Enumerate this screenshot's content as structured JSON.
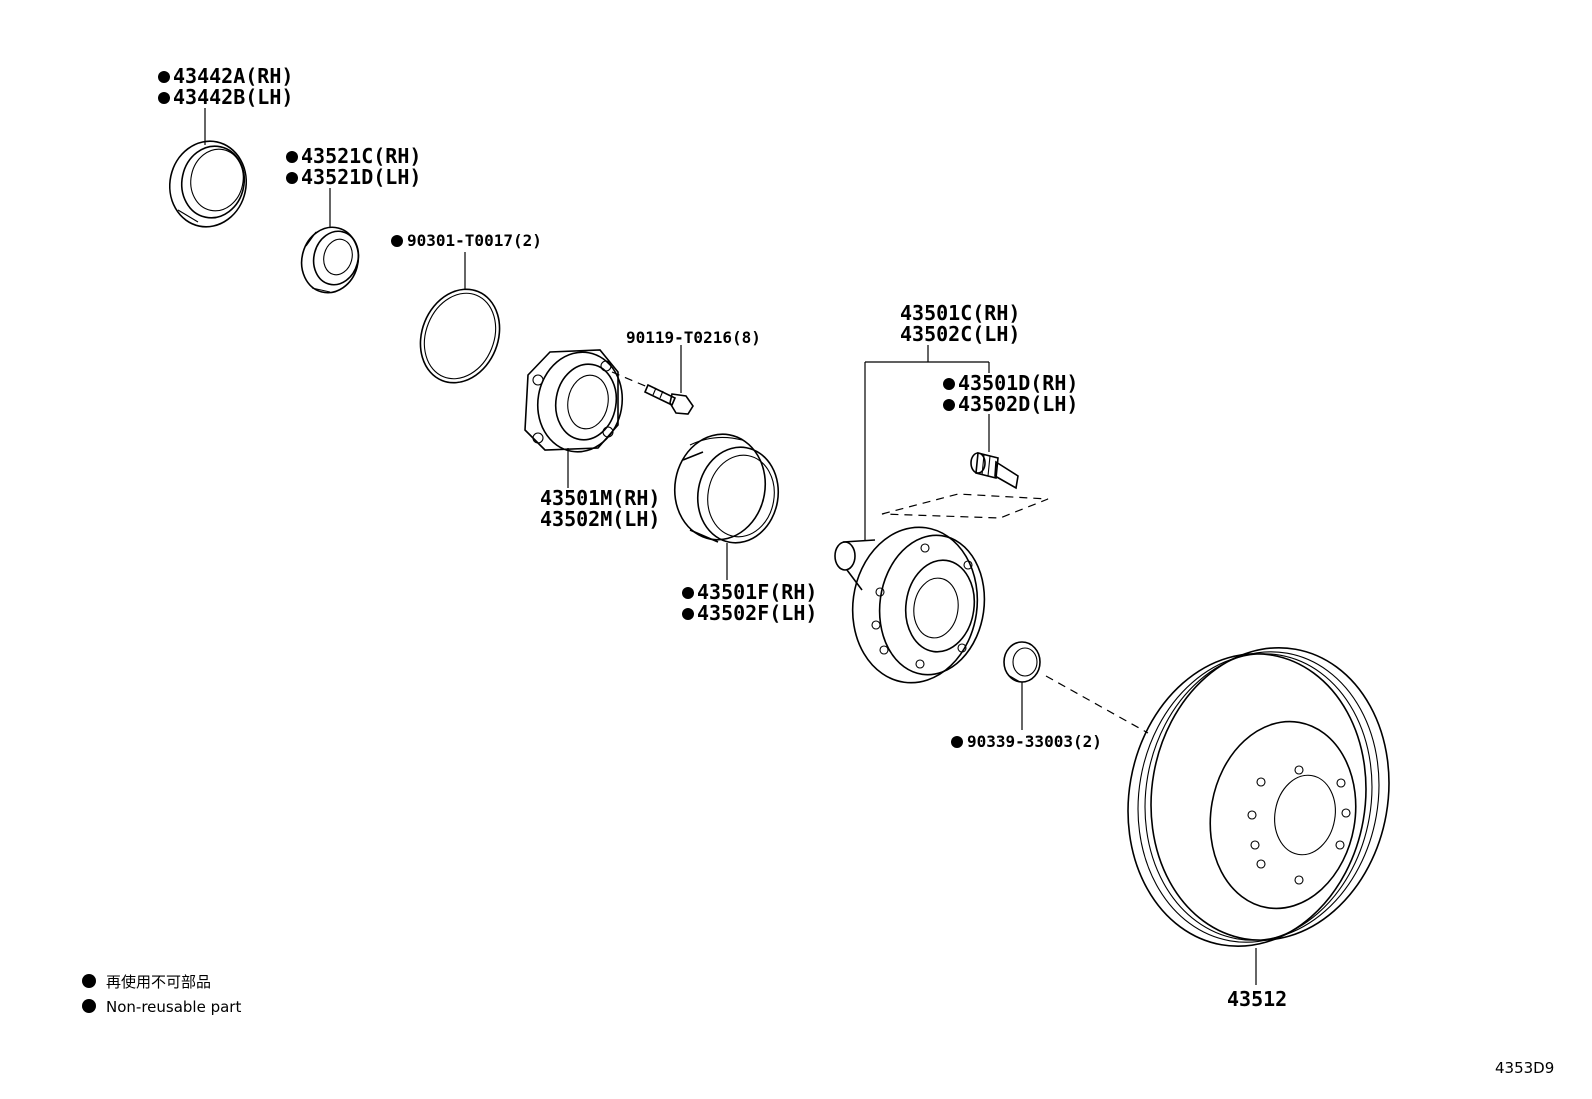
{
  "parts": {
    "seal_outer": {
      "lines": [
        "43442A(RH)",
        "43442B(LH)"
      ],
      "non_reusable": true
    },
    "seal_inner": {
      "lines": [
        "43521C(RH)",
        "43521D(LH)"
      ],
      "non_reusable": true
    },
    "o_ring": {
      "lines": [
        "90301-T0017(2)"
      ],
      "non_reusable": true
    },
    "bolt": {
      "lines": [
        "90119-T0216(8)"
      ],
      "non_reusable": false
    },
    "bearing": {
      "lines": [
        "43501M(RH)",
        "43502M(LH)"
      ],
      "non_reusable": false
    },
    "hub_assy": {
      "lines": [
        "43501C(RH)",
        "43502C(LH)"
      ],
      "non_reusable": false
    },
    "hub_bolt": {
      "lines": [
        "43501D(RH)",
        "43502D(LH)"
      ],
      "non_reusable": true
    },
    "cover": {
      "lines": [
        "43501F(RH)",
        "43502F(LH)"
      ],
      "non_reusable": true
    },
    "cap": {
      "lines": [
        "90339-33003(2)"
      ],
      "non_reusable": true
    },
    "disc": {
      "lines": [
        "43512"
      ],
      "non_reusable": false
    }
  },
  "legend": {
    "line_ja": "再使用不可部品",
    "line_en": "Non-reusable part"
  },
  "diagram_code": "4353D9"
}
